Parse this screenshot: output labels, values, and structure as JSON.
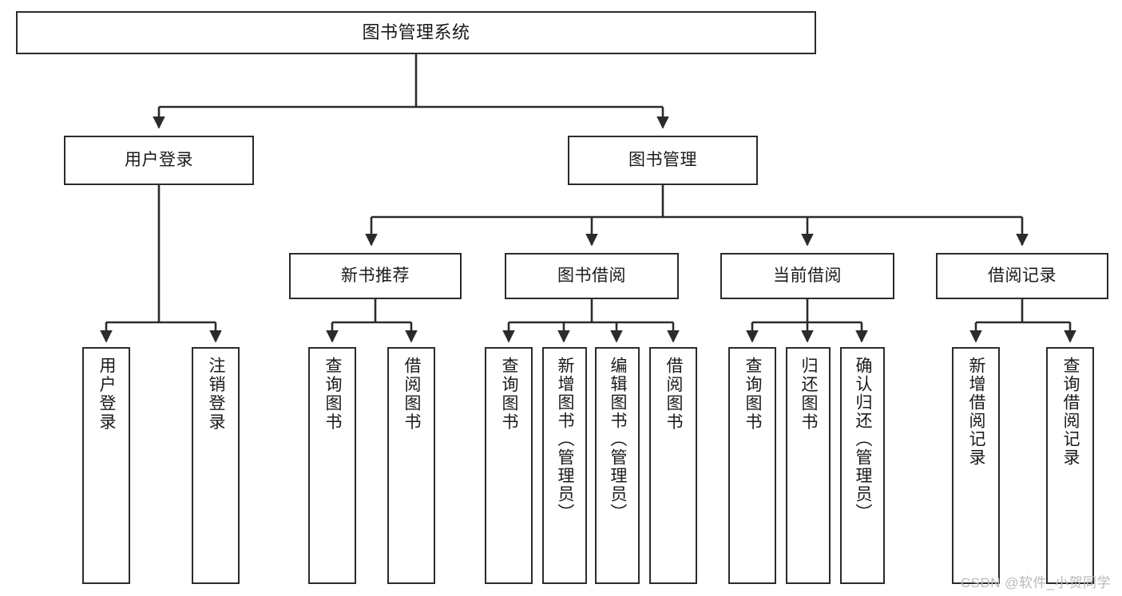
{
  "diagram": {
    "title": "图书管理系统",
    "type": "tree",
    "background_color": "#ffffff",
    "line_color": "#2b2b2b",
    "box_border_color": "#2b2b2b",
    "text_color": "#1a1a1a"
  },
  "nodes": {
    "root": {
      "label": "图书管理系统",
      "level": 1
    },
    "user_login": {
      "label": "用户登录",
      "level": 2
    },
    "book_manage": {
      "label": "图书管理",
      "level": 2
    },
    "new_book_rec": {
      "label": "新书推荐",
      "level": 3
    },
    "book_borrow": {
      "label": "图书借阅",
      "level": 3
    },
    "current_borrow": {
      "label": "当前借阅",
      "level": 3
    },
    "borrow_record": {
      "label": "借阅记录",
      "level": 3
    },
    "leaf_user_login": {
      "label": "用户登录",
      "level": 4
    },
    "leaf_logout": {
      "label": "注销登录",
      "level": 4
    },
    "leaf_query_book_1": {
      "label": "查询图书",
      "level": 4
    },
    "leaf_borrow_book_1": {
      "label": "借阅图书",
      "level": 4
    },
    "leaf_query_book_2": {
      "label": "查询图书",
      "level": 4
    },
    "leaf_add_book": {
      "label": "新增图书（管理员）",
      "level": 4
    },
    "leaf_edit_book": {
      "label": "编辑图书（管理员）",
      "level": 4
    },
    "leaf_borrow_book_2": {
      "label": "借阅图书",
      "level": 4
    },
    "leaf_query_book_3": {
      "label": "查询图书",
      "level": 4
    },
    "leaf_return_book": {
      "label": "归还图书",
      "level": 4
    },
    "leaf_confirm_return": {
      "label": "确认归还（管理员）",
      "level": 4
    },
    "leaf_add_record": {
      "label": "新增借阅记录",
      "level": 4
    },
    "leaf_query_record": {
      "label": "查询借阅记录",
      "level": 4
    }
  },
  "watermark": {
    "text": "CSDN @软件_小贺同学"
  }
}
